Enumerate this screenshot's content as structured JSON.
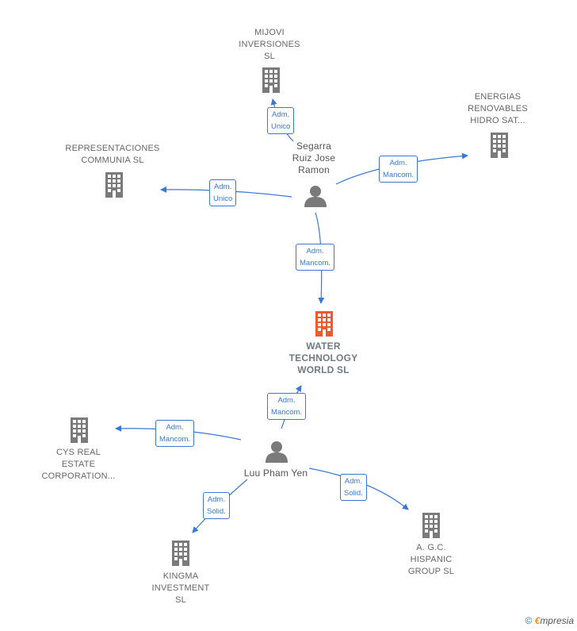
{
  "nodes": {
    "mijovi": {
      "label": "MIJOVI\nINVERSIONES\nSL",
      "type": "company"
    },
    "energias": {
      "label": "ENERGIAS\nRENOVABLES\nHIDRO SAT...",
      "type": "company"
    },
    "representaciones": {
      "label": "REPRESENTACIONES\nCOMMUNIA  SL",
      "type": "company"
    },
    "segarra": {
      "label": "Segarra\nRuiz Jose\nRamon",
      "type": "person"
    },
    "water": {
      "label": "WATER\nTECHNOLOGY\nWORLD  SL",
      "type": "company-main"
    },
    "cys": {
      "label": "CYS REAL\nESTATE\nCORPORATION...",
      "type": "company"
    },
    "luu": {
      "label": "Luu Pham Yen",
      "type": "person"
    },
    "kingma": {
      "label": "KINGMA\nINVESTMENT\nSL",
      "type": "company"
    },
    "agc": {
      "label": "A. G.C.\nHISPANIC\nGROUP SL",
      "type": "company"
    }
  },
  "edges": {
    "segarra_mijovi": {
      "label": "Adm.\nUnico"
    },
    "segarra_energias": {
      "label": "Adm.\nMancom."
    },
    "segarra_representaciones": {
      "label": "Adm.\nUnico"
    },
    "segarra_water": {
      "label": "Adm.\nMancom."
    },
    "luu_water": {
      "label": "Adm.\nMancom."
    },
    "luu_cys": {
      "label": "Adm.\nMancom."
    },
    "luu_kingma": {
      "label": "Adm.\nSolid."
    },
    "luu_agc": {
      "label": "Adm.\nSolid."
    }
  },
  "colors": {
    "edge": "#3a78d6",
    "company_icon": "#7a7a7a",
    "main_icon": "#f05a28",
    "person_icon": "#7a7a7a"
  },
  "footer": {
    "copyright": "©",
    "brand_first": "€",
    "brand_rest": "mpresia"
  }
}
